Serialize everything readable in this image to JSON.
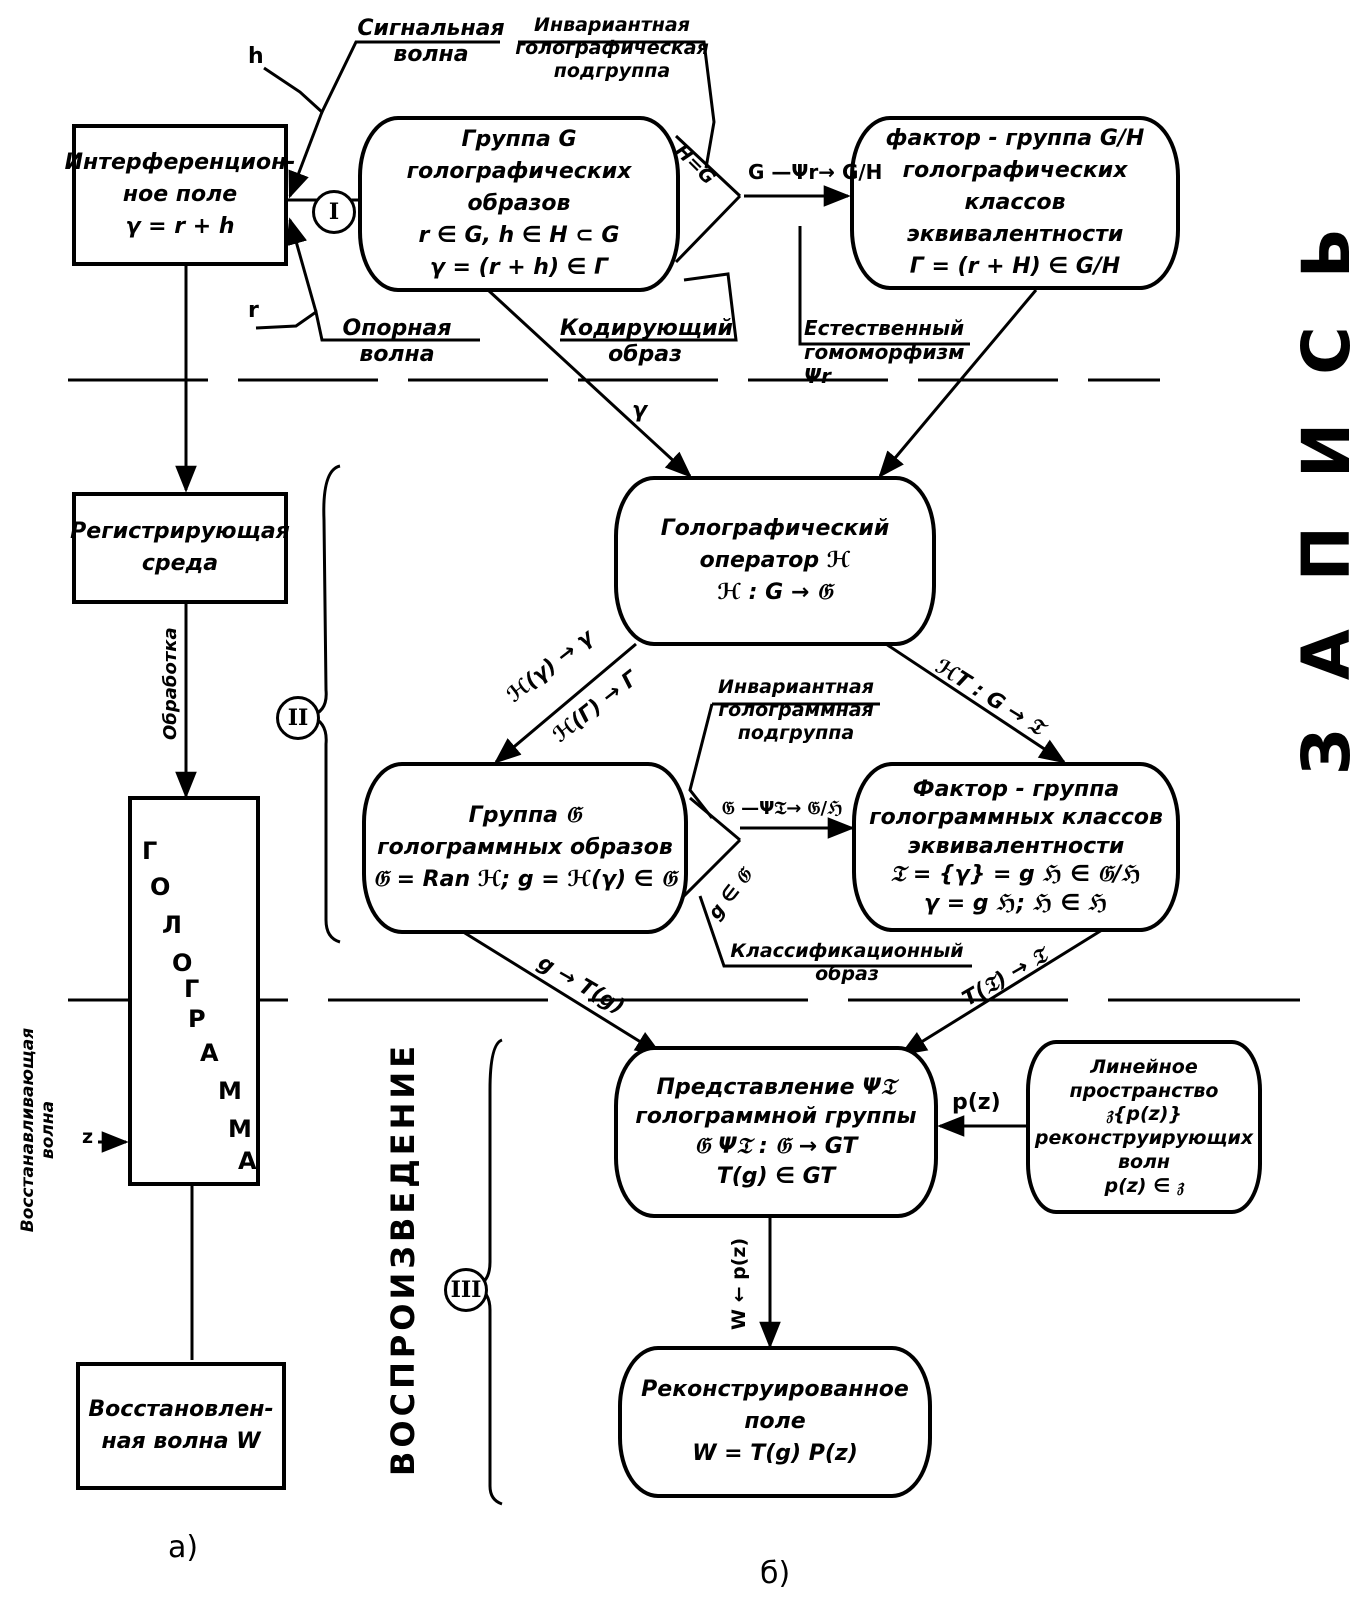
{
  "labels": {
    "signal_wave": "Сигнальная волна",
    "invariant_holo_subgroup": "Инвариантная голографическая подгруппа",
    "h_vec": "h",
    "r_vec": "r",
    "reference_wave": "Опорная волна",
    "coding_image": "Кодирующий образ",
    "natural_homomorphism": "Естественный гомоморфизм Ψr",
    "h_eq_g": "H=G",
    "psi_r_map": "G —Ψr→ G/H",
    "arrow_gamma": "γ",
    "map_H_gamma": "ℋ(γ) → γ",
    "map_H_Gamma": "ℋ(Γ) → Γ",
    "map_HT": "ℋT : G → 𝔗",
    "invariant_hologram_subgroup": "Инвариантная голограммная подгруппа",
    "map_psi_t": "𝔊 —Ψ𝔗→ 𝔊/ℌ",
    "g_in": "g ∈ 𝔊",
    "classification_image": "Классификационный образ",
    "map_gT": "g → T(g)",
    "map_TJ": "T(𝔗) → 𝔗",
    "p_z": "p(z)",
    "w_pz": "W ← p(z)",
    "processing": "Обработка",
    "restoring_wave": "Восстанавливающая волна",
    "z_vec": "z",
    "recording": "ЗАПИСЬ",
    "reproduction": "ВОСПРОИЗВЕДЕНИЕ",
    "roman_1": "I",
    "roman_2": "II",
    "roman_3": "III",
    "fig_a": "а)",
    "fig_b": "б)"
  },
  "boxes": {
    "interference_field": [
      "Интерференцион-",
      "ное поле",
      "γ = r + h"
    ],
    "group_g": [
      "Группа G",
      "голографических образов",
      "r ∈ G,  h ∈ H ⊂ G",
      "γ = (r + h) ∈ Γ"
    ],
    "factor_group_gh": [
      "фактор - группа G/H",
      "голографических классов",
      "эквивалентности",
      "Γ = (r + H) ∈ G/H"
    ],
    "recording_medium": [
      "Регистрирующая",
      "среда"
    ],
    "holo_operator": [
      "Голографический",
      "оператор ℋ",
      "ℋ : G → 𝔊"
    ],
    "hologram_vertical": [
      "Г",
      "О",
      "Л",
      "О",
      "Г",
      "Р",
      "А",
      "М",
      "М",
      "А"
    ],
    "group_hologram": [
      "Группа 𝔊",
      "голограммных образов",
      "𝔊 = Ran ℋ;  g = ℋ(γ) ∈ 𝔊"
    ],
    "factor_hologram": [
      "Фактор - группа",
      "голограммных классов",
      "эквивалентности",
      "𝔗 = {γ} = g ℌ ∈ 𝔊/ℌ",
      "γ = g ℌ;  ℌ ∈ ℌ"
    ],
    "representation": [
      "Представление Ψ𝔗",
      "голограммной группы",
      "𝔊    Ψ𝔗 : 𝔊 → GT",
      "T(g) ∈ GT"
    ],
    "linear_space": [
      "Линейное",
      "пространство",
      "𝔷{p(z)}",
      "реконструирующих",
      "волн",
      "p(z) ∈ 𝔷"
    ],
    "reconstructed_field": [
      "Реконструированное",
      "поле",
      "W = T(g) P(z)"
    ],
    "restored_wave": [
      "Восстановлен-",
      "ная волна W"
    ]
  }
}
